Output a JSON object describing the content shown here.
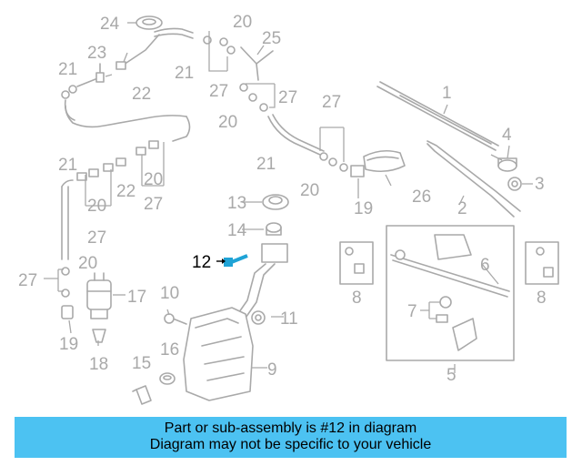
{
  "colors": {
    "part_gray": "#a9a9a9",
    "highlight": "#000000",
    "banner_bg": "#4cc2f2",
    "highlight_part": "#1fa3d6"
  },
  "callouts": {
    "c1": "1",
    "c2": "2",
    "c3": "3",
    "c4": "4",
    "c5": "5",
    "c6": "6",
    "c7": "7",
    "c8": "8",
    "c9": "9",
    "c10": "10",
    "c11": "11",
    "c12": "12",
    "c13": "13",
    "c14": "14",
    "c15": "15",
    "c16": "16",
    "c17": "17",
    "c18": "18",
    "c19": "19",
    "c20": "20",
    "c21": "21",
    "c22": "22",
    "c23": "23",
    "c24": "24",
    "c25": "25",
    "c26": "26",
    "c27": "27"
  },
  "banner": {
    "line1": "Part or sub-assembly is #12 in diagram",
    "line2": "Diagram may not be specific to your vehicle"
  }
}
